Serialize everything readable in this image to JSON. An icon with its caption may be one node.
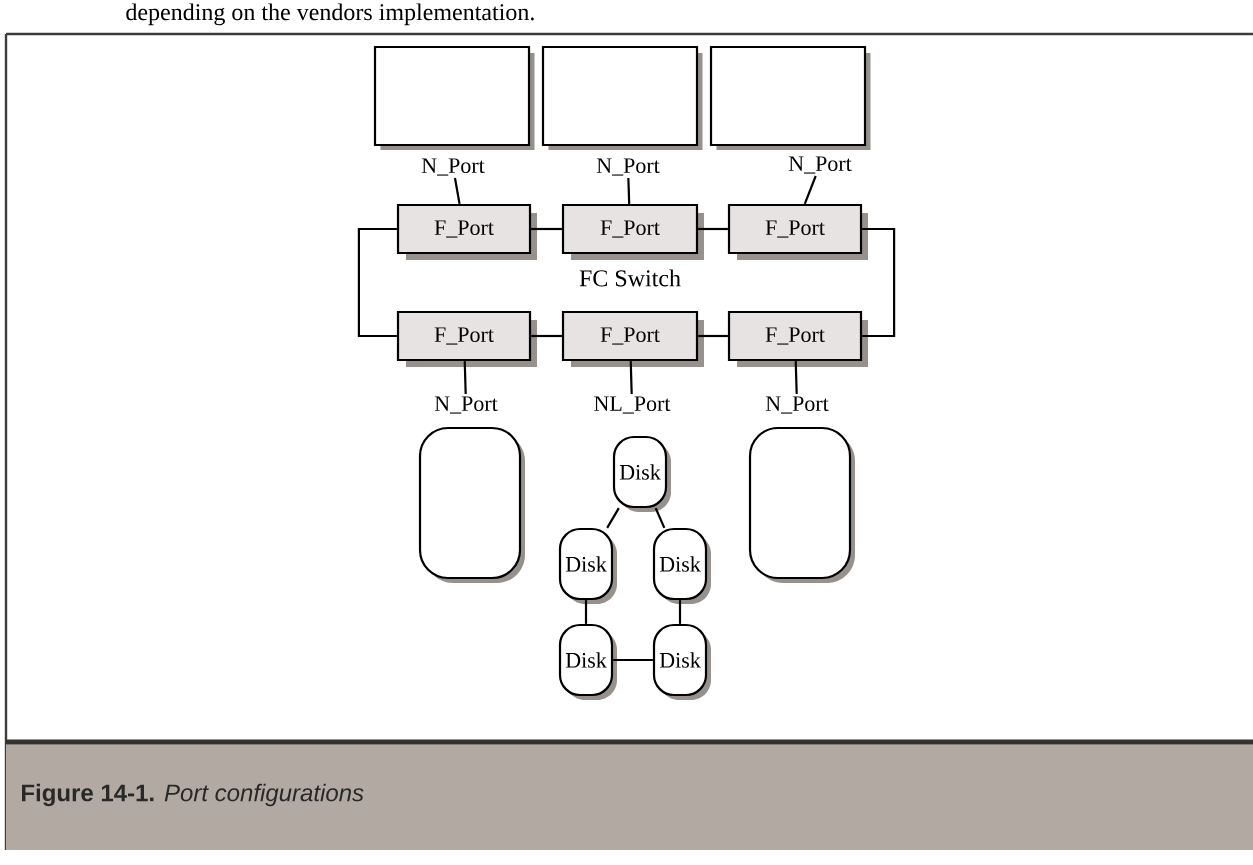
{
  "diagram": {
    "caption": "**Figure 14-1.** *Port configurations*",
    "nodes": [
      {
        "text": [],
        "shape": "box"
      },
      {
        "text": [],
        "shape": "box"
      },
      {
        "text": [],
        "shape": "box"
      },
      {
        "text": [
          "N_Port"
        ]
      },
      {
        "text": [
          "N_Port"
        ]
      },
      {
        "text": [
          "N_Port"
        ]
      },
      {
        "text": [
          "F_Port"
        ]
      },
      {
        "text": [
          "F_Port"
        ]
      },
      {
        "text": [
          "F_Port"
        ]
      },
      {
        "text": [
          "F_Port"
        ]
      },
      {
        "text": [
          "F_Port"
        ]
      },
      {
        "text": [
          "F_Port"
        ]
      },
      {
        "text": [
          "N_Port"
        ]
      },
      {
        "text": [
          "NL_Port"
        ]
      },
      {
        "text": [
          "N_Port"
        ]
      },
      {
        "text": [],
        "shape": "box"
      },
      {
        "text": [],
        "shape": "box"
      },
      {
        "text": [
          "Disk"
        ]
      },
      {
        "text": [
          "Disk"
        ]
      },
      {
        "text": [
          "Disk"
        ]
      },
      {
        "text": [
          "Disk"
        ]
      },
      {
        "text": [
          "Disk"
        ]
      }
    ],
    "edges": [
      {
        "from": 3,
        "to": 6,
        "arrow": "none"
      },
      {
        "from": 4,
        "to": 7,
        "arrow": "none"
      },
      {
        "from": 5,
        "to": 8,
        "arrow": "none"
      },
      {
        "from": 6,
        "to": 7,
        "arrow": "none"
      },
      {
        "from": 7,
        "to": 8,
        "arrow": "none"
      },
      {
        "from": 6,
        "to": 9,
        "arrow": "none"
      },
      {
        "from": 8,
        "to": 11,
        "arrow": "none"
      },
      {
        "from": 9,
        "to": 10,
        "arrow": "none"
      },
      {
        "from": 10,
        "to": 11,
        "arrow": "none"
      },
      {
        "from": 9,
        "to": 12,
        "arrow": "none"
      },
      {
        "from": 10,
        "to": 13,
        "arrow": "none"
      },
      {
        "from": 11,
        "to": 14,
        "arrow": "none"
      },
      {
        "from": 17,
        "to": 18,
        "arrow": "none"
      },
      {
        "from": 17,
        "to": 19,
        "arrow": "none"
      },
      {
        "from": 18,
        "to": 20,
        "arrow": "none"
      },
      {
        "from": 19,
        "to": 21,
        "arrow": "none"
      },
      {
        "from": 20,
        "to": 21,
        "arrow": "none"
      }
    ],
    "labels": [
      "depending on the vendors implementation.",
      "FC Switch"
    ]
  }
}
